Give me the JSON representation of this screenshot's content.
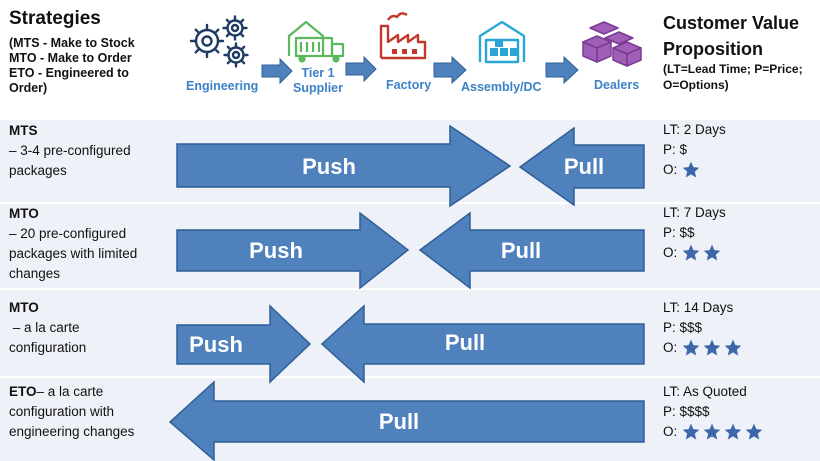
{
  "header": {
    "strategies_title": "Strategies",
    "strategies_desc": [
      "(MTS - Make to Stock",
      "MTO - Make to Order",
      "ETO - Engineered to",
      "Order)"
    ],
    "cvp_title": [
      "Customer Value",
      "Proposition"
    ],
    "cvp_desc": [
      "(LT=Lead Time; P=Price;",
      "O=Options)"
    ]
  },
  "stages": [
    {
      "label": "Engineering",
      "icon": "gears-icon"
    },
    {
      "label": "Tier 1\nSupplier",
      "icon": "truck-icon"
    },
    {
      "label": "Factory",
      "icon": "factory-icon"
    },
    {
      "label": "Assembly/DC",
      "icon": "warehouse-icon"
    },
    {
      "label": "Dealers",
      "icon": "boxes-icon"
    }
  ],
  "rows": [
    {
      "strategy": "MTS",
      "desc": [
        "– 3-4 pre-configured",
        "packages"
      ],
      "push_label": "Push",
      "pull_label": "Pull",
      "lt": "LT:  2 Days",
      "p": "P:  $",
      "o": "O:",
      "stars": 1
    },
    {
      "strategy": "MTO",
      "desc": [
        "– 20 pre-configured",
        "packages with limited",
        "changes"
      ],
      "push_label": "Push",
      "pull_label": "Pull",
      "lt": "LT:  7 Days",
      "p": "P:  $$",
      "o": "O:",
      "stars": 2
    },
    {
      "strategy": "MTO",
      "desc": [
        " – a la carte",
        "configuration"
      ],
      "push_label": "Push",
      "pull_label": "Pull",
      "lt": "LT:  14 Days",
      "p": "P:  $$$",
      "o": "O:",
      "stars": 3
    },
    {
      "strategy": "ETO",
      "strategy_suffix": "– a la carte",
      "desc": [
        "configuration with",
        "engineering changes"
      ],
      "pull_label": "Pull",
      "lt": "LT:  As Quoted",
      "p": "P:  $$$$",
      "o": "O:",
      "stars": 4
    }
  ],
  "colors": {
    "arrow_fill": "#4f81bd",
    "arrow_stroke": "#2f5f96",
    "stage_label": "#3b82c6",
    "star": "#3d67a8",
    "band": "#eef1f8"
  }
}
